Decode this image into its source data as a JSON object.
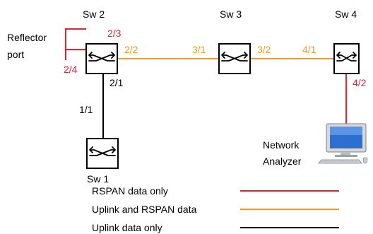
{
  "switches": {
    "sw2": "Sw 2",
    "sw3": "Sw 3",
    "sw4": "Sw 4",
    "sw1": "Sw 1"
  },
  "ports": {
    "sw2_23": "2/3",
    "sw2_24": "2/4",
    "sw2_22": "2/2",
    "sw2_21": "2/1",
    "sw1_11": "1/1",
    "sw3_31": "3/1",
    "sw3_32": "3/2",
    "sw4_41": "4/1",
    "sw4_42": "4/2"
  },
  "reflector": {
    "line1": "Reflector",
    "line2": "port"
  },
  "analyzer": {
    "line1": "Network",
    "line2": "Analyzer"
  },
  "legend": [
    {
      "label": "RSPAN data only",
      "color": "#e8222e"
    },
    {
      "label": "Uplink and RSPAN data",
      "color": "#f39b1e"
    },
    {
      "label": "Uplink data only",
      "color": "#000000"
    }
  ],
  "colors": {
    "rspan": "#e8222e",
    "uplink_rspan": "#f39b1e",
    "uplink": "#000000"
  },
  "icons": [
    "switch-icon",
    "computer-icon",
    "keyboard-icon",
    "mouse-icon"
  ]
}
